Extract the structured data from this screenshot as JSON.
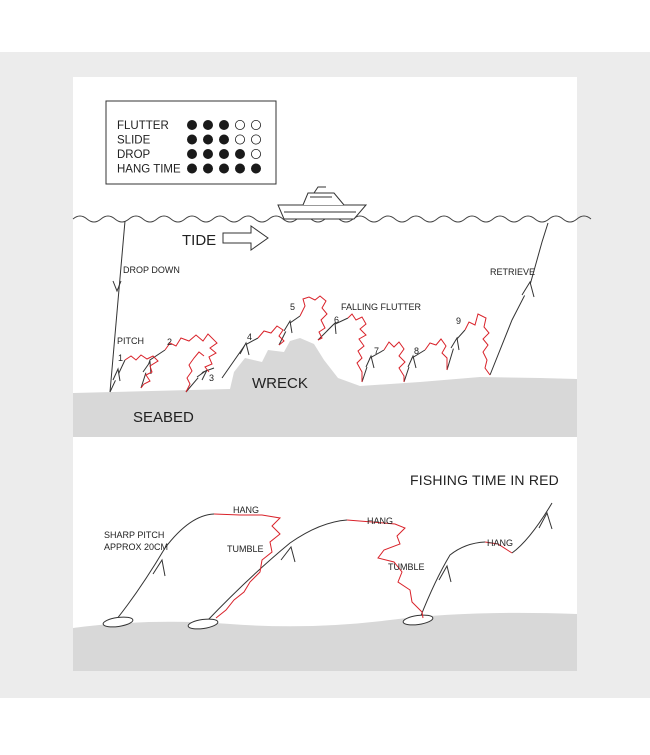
{
  "colors": {
    "outer_bg": "#ececec",
    "panel_bg": "#ffffff",
    "seabed": "#d8d8d8",
    "line": "#333333",
    "fishing": "#d9222a"
  },
  "legend": {
    "rows": [
      {
        "label": "FLUTTER",
        "filled": 3,
        "total": 5
      },
      {
        "label": "SLIDE",
        "filled": 3,
        "total": 5
      },
      {
        "label": "DROP",
        "filled": 4,
        "total": 5
      },
      {
        "label": "HANG TIME",
        "filled": 5,
        "total": 5
      }
    ]
  },
  "top_panel": {
    "tide_label": "TIDE",
    "drop_down_label": "DROP DOWN",
    "pitch_label": "PITCH",
    "falling_flutter_label": "FALLING FLUTTER",
    "retrieve_label": "RETRIEVE",
    "wreck_label": "WRECK",
    "seabed_label": "SEABED",
    "step_numbers": [
      "1",
      "2",
      "3",
      "4",
      "5",
      "6",
      "7",
      "8",
      "9"
    ]
  },
  "bottom_panel": {
    "title": "FISHING TIME IN RED",
    "sharp_pitch_line1": "SHARP PITCH",
    "sharp_pitch_line2": "APPROX 20CM",
    "hang_label": "HANG",
    "tumble_label": "TUMBLE"
  }
}
